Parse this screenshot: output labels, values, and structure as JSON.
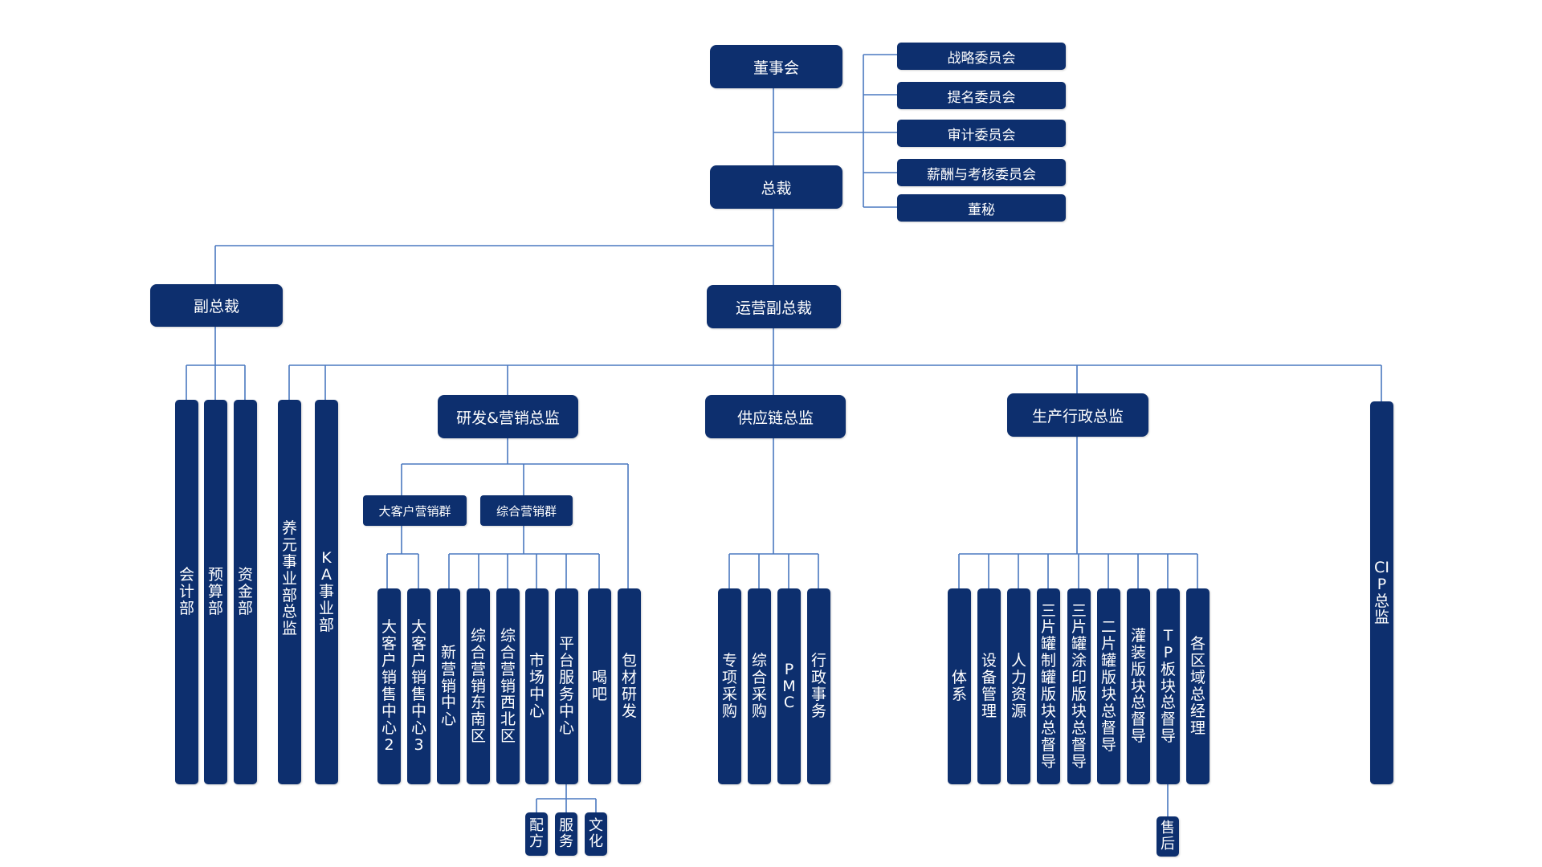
{
  "colors": {
    "box": "#0d2f6e",
    "line": "#4a78c0",
    "text": "#ffffff"
  },
  "nodes": {
    "board": "董事会",
    "committee_strategy": "战略委员会",
    "committee_nomination": "提名委员会",
    "committee_audit": "审计委员会",
    "committee_compensation": "薪酬与考核委员会",
    "board_secretary": "董秘",
    "president": "总裁",
    "vice_president": "副总裁",
    "ops_vice_president": "运营副总裁",
    "accounting": "会计部",
    "budget": "预算部",
    "treasury": "资金部",
    "yangyuan_director": "养元事业部总监",
    "ka_division": "KA事业部",
    "rd_marketing_director": "研发&营销总监",
    "supply_chain_director": "供应链总监",
    "production_admin_director": "生产行政总监",
    "cip_director": "CIP总监",
    "key_account_group": "大客户营销群",
    "integrated_marketing_group": "综合营销群",
    "key_account_center_2": "大客户销售中心2",
    "key_account_center_3": "大客户销售中心3",
    "new_marketing_center": "新营销中心",
    "southeast_region": "综合营销东南区",
    "northwest_region": "综合营销西北区",
    "market_center": "市场中心",
    "platform_service_center": "平台服务中心",
    "drink_bar": "喝吧",
    "packaging_rd": "包材研发",
    "formula": "配方",
    "service": "服务",
    "culture": "文化",
    "special_procurement": "专项采购",
    "general_procurement": "综合采购",
    "pmc": "PMC",
    "admin_affairs": "行政事务",
    "system": "体系",
    "equipment_mgmt": "设备管理",
    "human_resources": "人力资源",
    "three_piece_can_plate": "三片罐制罐版块总督导",
    "three_piece_can_print": "三片罐涂印版块总督导",
    "two_piece_can": "二片罐版块总督导",
    "filling": "灌装版块总督导",
    "tp_section": "TP板块总督导",
    "regional_gm": "各区域总经理",
    "after_sales": "售后"
  }
}
